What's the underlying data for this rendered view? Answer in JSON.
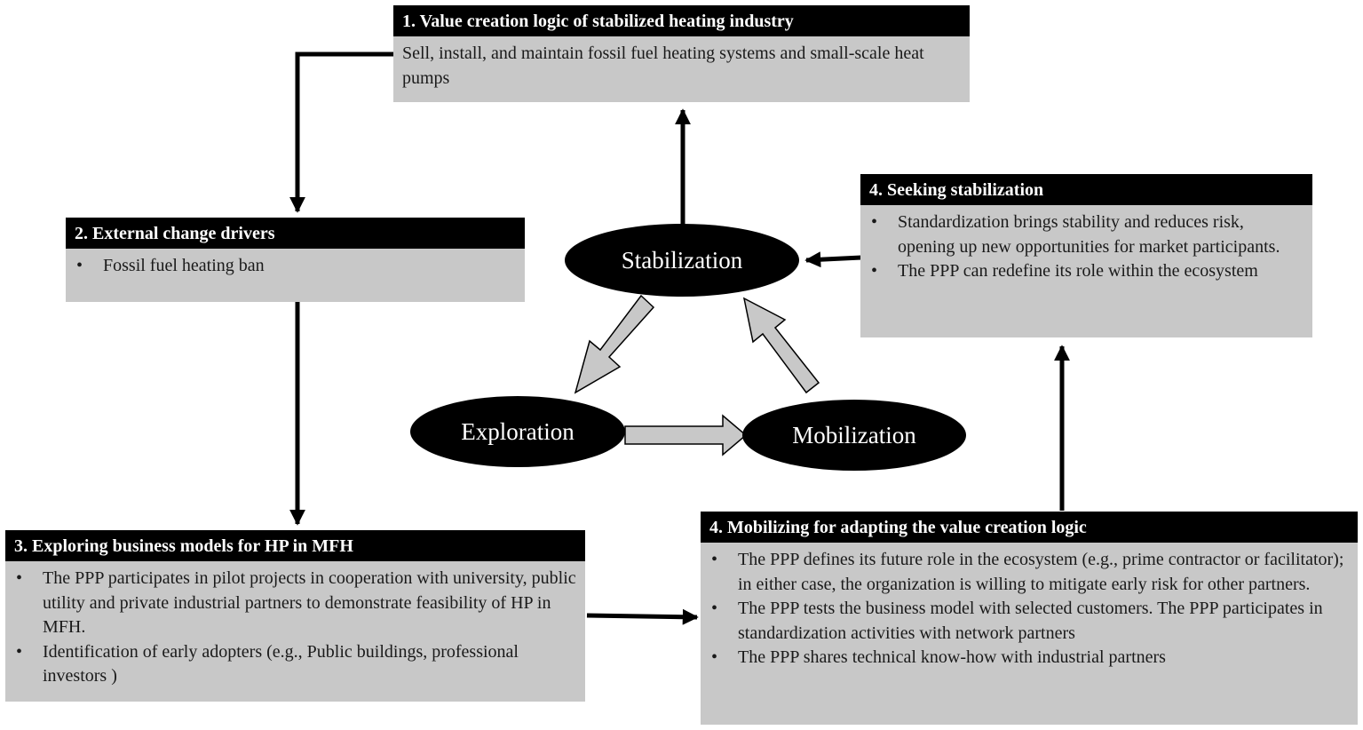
{
  "boxes": {
    "b1": {
      "title": "1. Value creation logic of stabilized heating industry",
      "text": "Sell, install, and maintain fossil fuel heating systems and small-scale heat pumps"
    },
    "b2": {
      "title": "2. External change drivers",
      "items": [
        "Fossil fuel heating ban"
      ]
    },
    "b3": {
      "title": "3. Exploring business models for HP in MFH",
      "items": [
        "The PPP participates in pilot projects in cooperation with university, public utility and private industrial partners to demonstrate feasibility of HP in MFH.",
        "Identification of early adopters (e.g., Public buildings, professional investors )"
      ]
    },
    "b4m": {
      "title": "4. Mobilizing for adapting the value creation logic",
      "items": [
        "The PPP defines its future role in the ecosystem (e.g., prime contractor or facilitator); in either case, the organization is willing to mitigate early risk for other partners.",
        "The PPP tests the business model with selected customers. The PPP participates in standardization activities with network partners",
        "The PPP shares technical know-how with industrial partners"
      ]
    },
    "b4s": {
      "title": "4. Seeking stabilization",
      "items": [
        "Standardization brings stability and reduces risk, opening up new opportunities for market participants.",
        "The PPP can redefine its role within the ecosystem"
      ]
    }
  },
  "cycle": {
    "stabilization": "Stabilization",
    "exploration": "Exploration",
    "mobilization": "Mobilization"
  },
  "colors": {
    "header_bg": "#000000",
    "body_bg": "#c8c8c8",
    "cycle_arrow_fill": "#c8c8c8"
  }
}
